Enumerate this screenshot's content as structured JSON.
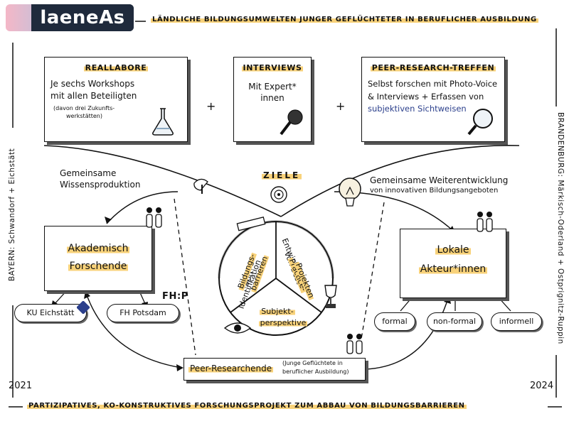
{
  "logo": {
    "text": "laeneAs"
  },
  "header_title": "LÄNDLICHE BILDUNGSUMWELTEN JUNGER GEFLÜCHTETER IN BERUFLICHER AUSBILDUNG",
  "footer_title": "PARTIZIPATIVES, KO-KONSTRUKTIVES FORSCHUNGSPROJEKT ZUM ABBAU VON BILDUNGSBARRIEREN",
  "year_start": "2021",
  "year_end": "2024",
  "left_vertical": "BAYERN: Schwandorf + Eichstätt",
  "right_vertical": "BRANDENBURG: Märkisch-Oderland + Ostprignitz-Ruppin",
  "cards": {
    "reallabore": {
      "title": "REALLABORE",
      "line1": "Je sechs Workshops",
      "line2": "mit allen Beteiligten",
      "note1": "(davon drei Zukunfts-",
      "note2": "werkstätten)"
    },
    "interviews": {
      "title": "INTERVIEWS",
      "line1": "Mit Expert*",
      "line2": "innen"
    },
    "peer": {
      "title": "PEER-RESEARCH-TREFFEN",
      "line1": "Selbst forschen mit Photo-Voice",
      "line2": "& Interviews + Erfassen von",
      "line3": "subjektiven Sichtweisen"
    }
  },
  "plus1": "+",
  "plus2": "+",
  "goals_label": "ZIELE",
  "left_goal_1": "Gemeinsame",
  "left_goal_2": "Wissensproduktion",
  "right_goal_1": "Gemeinsame Weiterentwicklung",
  "right_goal_2": "von innovativen Bildungsangeboten",
  "circle": {
    "seg_left_1": "Identifikation",
    "seg_left_2": "von",
    "seg_left_3": "Bildungs-",
    "seg_left_4": "barrieren",
    "seg_right_1": "Entwicklung",
    "seg_right_2": "von Best-",
    "seg_right_3": "Practice-",
    "seg_right_4": "Projekten",
    "seg_bottom_1": "Subjekt-",
    "seg_bottom_2": "perspektive"
  },
  "academic": {
    "line1": "Akademisch",
    "line2": "Forschende"
  },
  "local": {
    "line1": "Lokale",
    "line2": "Akteur*innen"
  },
  "ku": "KU Eichstätt",
  "fh": "FH Potsdam",
  "fhp_logo": "FH:P",
  "peer_box": {
    "title": "Peer-Researchende",
    "note1": "(Junge Geflüchtete in",
    "note2": "beruflicher Ausbildung)"
  },
  "formats": [
    "formal",
    "non-formal",
    "informell"
  ],
  "colors": {
    "highlight": "#f8d27a",
    "ink": "#111111",
    "shadow": "#555555",
    "logo_dark": "#1f2a3c"
  }
}
